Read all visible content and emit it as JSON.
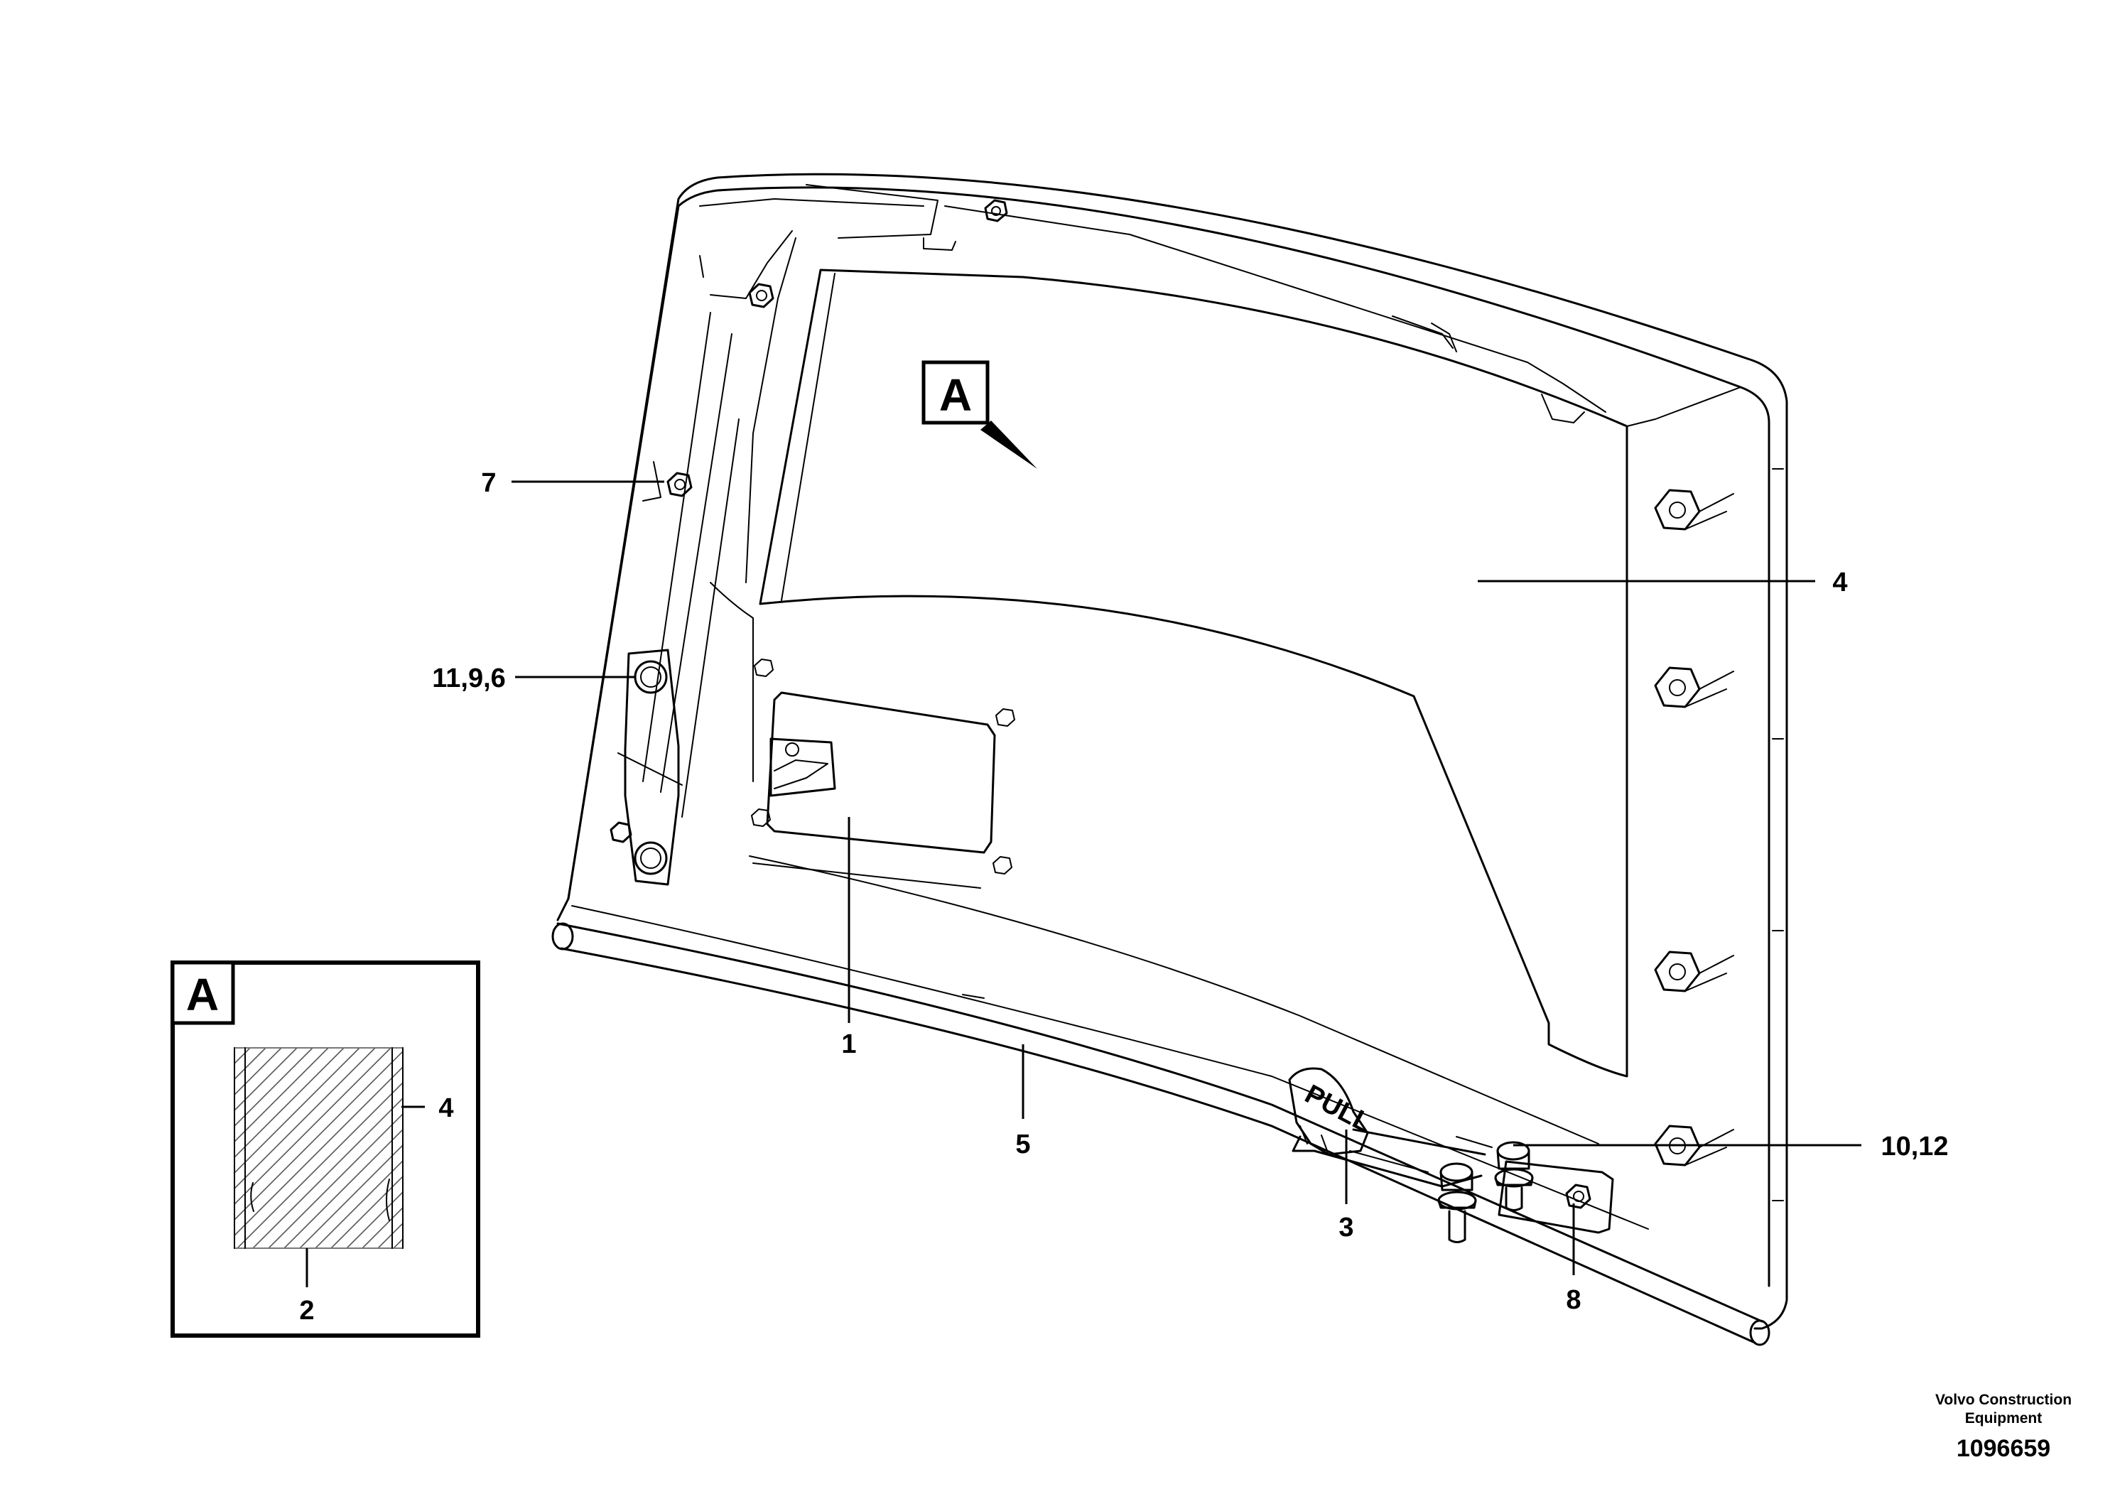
{
  "diagram": {
    "view_marker": "A",
    "detail_box_label": "A",
    "callouts": {
      "c1": "1",
      "c2": "2",
      "c3": "3",
      "c4_main": "4",
      "c4_detail": "4",
      "c5": "5",
      "c7": "7",
      "c8": "8",
      "c10_12": "10,12",
      "c11_9_6": "11,9,6"
    },
    "handle_text": "PULL"
  },
  "footer": {
    "company_line1": "Volvo Construction",
    "company_line2": "Equipment",
    "drawing_number": "1096659"
  }
}
